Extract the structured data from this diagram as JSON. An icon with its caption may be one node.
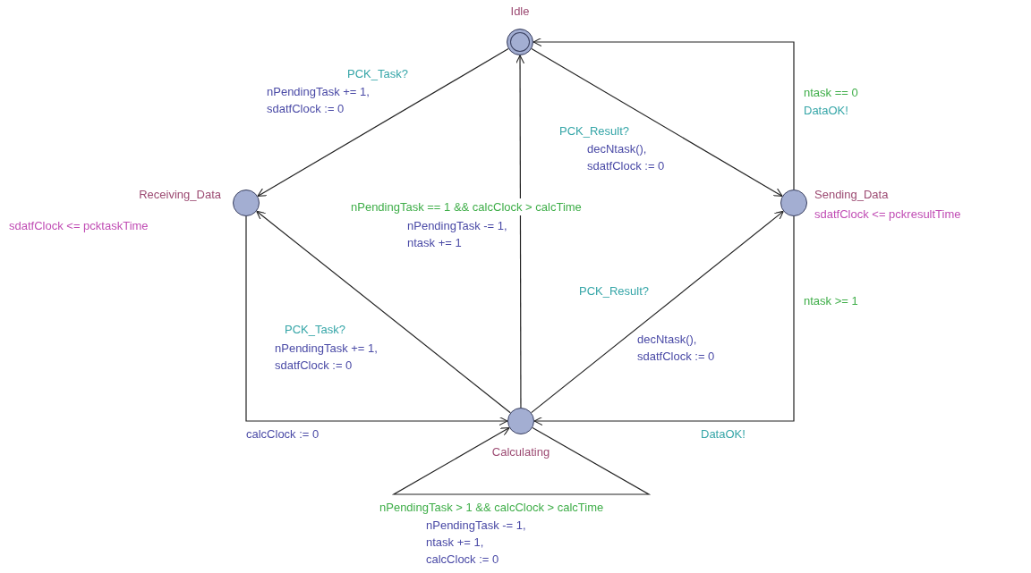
{
  "diagram": {
    "nodes": [
      {
        "text": [],
        "shape": "circle",
        "beside": [
          "Idle"
        ]
      },
      {
        "text": [],
        "shape": "circle",
        "beside": [
          "Receiving_Data",
          "sdatfClock <= pcktaskTime"
        ]
      },
      {
        "text": [],
        "shape": "circle",
        "beside": [
          "Sending_Data",
          "sdatfClock <= pckresultTime"
        ]
      },
      {
        "text": [],
        "shape": "circle",
        "beside": [
          "Calculating"
        ]
      }
    ],
    "edges": [
      {
        "from": 0,
        "to": 1,
        "arrow": "to",
        "label": "PCK_Task?"
      },
      {
        "from": 0,
        "to": 2,
        "arrow": "to",
        "label": "PCK_Result?"
      },
      {
        "from": 2,
        "to": 0,
        "arrow": "to",
        "label": "ntask == 0"
      },
      {
        "from": 3,
        "to": 0,
        "arrow": "to",
        "label": "nPendingTask == 1 && calcClock > calcTime"
      },
      {
        "from": 3,
        "to": 1,
        "arrow": "to",
        "label": "PCK_Task?"
      },
      {
        "from": 3,
        "to": 2,
        "arrow": "to",
        "label": "PCK_Result?"
      },
      {
        "from": 1,
        "to": 3,
        "arrow": "to",
        "label": "calcClock := 0"
      },
      {
        "from": 2,
        "to": 3,
        "arrow": "to",
        "label": "ntask >= 1"
      },
      {
        "from": 3,
        "to": 3,
        "arrow": "to",
        "label": "nPendingTask > 1 && calcClock > calcTime"
      }
    ],
    "labels": [
      "nPendingTask += 1, sdatfClock := 0",
      "DataOK!",
      "decNtask(), sdatfClock := 0",
      "nPendingTask -= 1, ntask += 1",
      "nPendingTask += 1, sdatfClock := 0",
      "decNtask(), sdatfClock := 0",
      "DataOK!",
      "nPendingTask -= 1, ntask += 1, calcClock := 0"
    ]
  }
}
